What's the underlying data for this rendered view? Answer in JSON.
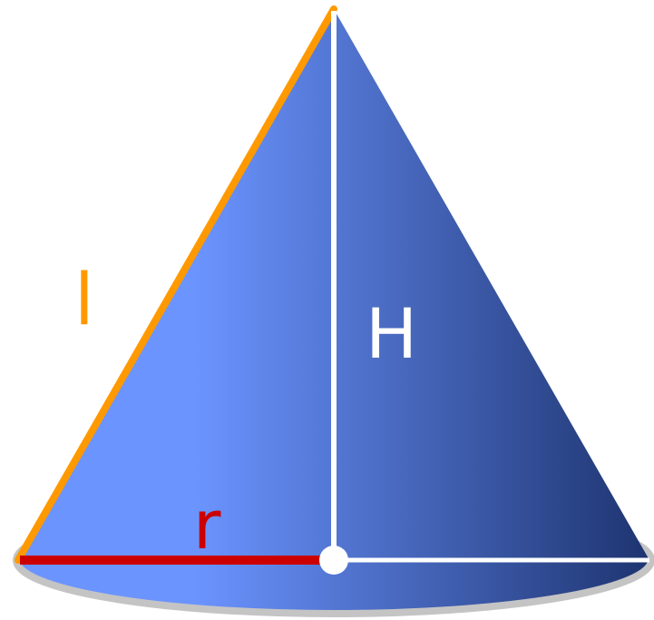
{
  "labels": {
    "slant": "l",
    "height": "H",
    "radius": "r"
  },
  "colors": {
    "cone_light": "#6b94ff",
    "cone_dark": "#1e3470",
    "slant_line": "#ff9900",
    "radius_line": "#cc0000",
    "height_line": "#ffffff",
    "base_rim": "#c4c4c4",
    "center_dot": "#ffffff"
  }
}
